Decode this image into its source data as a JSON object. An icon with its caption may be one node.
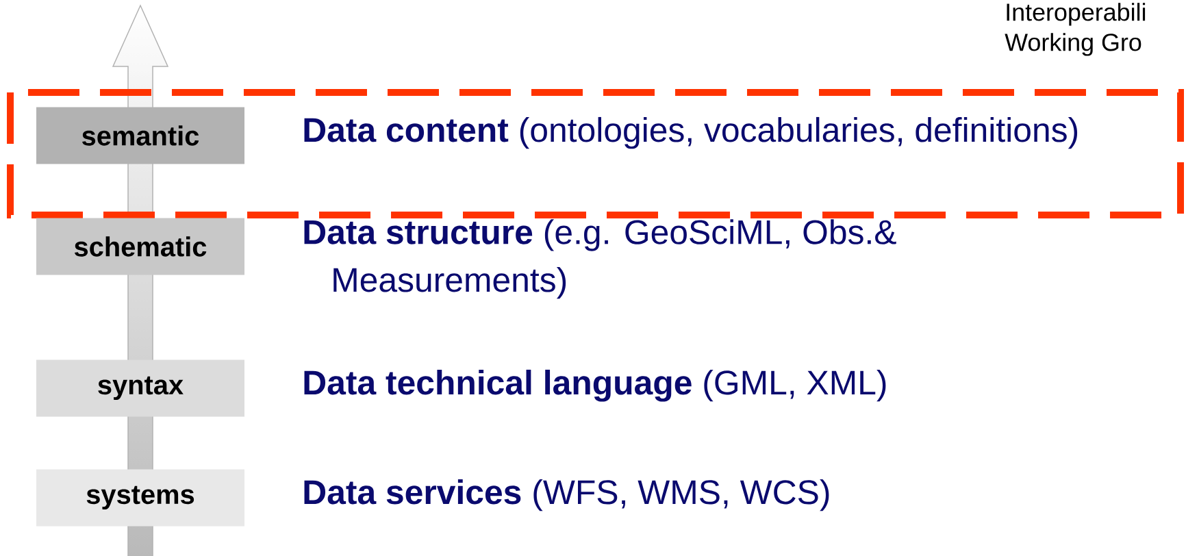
{
  "diagram": {
    "nodes": [
      {
        "text": [
          "semantic"
        ],
        "beside": [
          "**Data content** (ontologies, vocabularies, definitions)"
        ]
      },
      {
        "text": [
          "schematic"
        ],
        "beside": [
          "**Data structure** (e.g. GeoSciML, Obs.& Measurements)"
        ]
      },
      {
        "text": [
          "syntax"
        ],
        "beside": [
          "**Data technical language** (GML, XML)"
        ]
      },
      {
        "text": [
          "systems"
        ],
        "beside": [
          "**Data services** (WFS, WMS, WCS)"
        ]
      }
    ],
    "labels": [
      "Interoperabili",
      "Working Gro"
    ]
  }
}
